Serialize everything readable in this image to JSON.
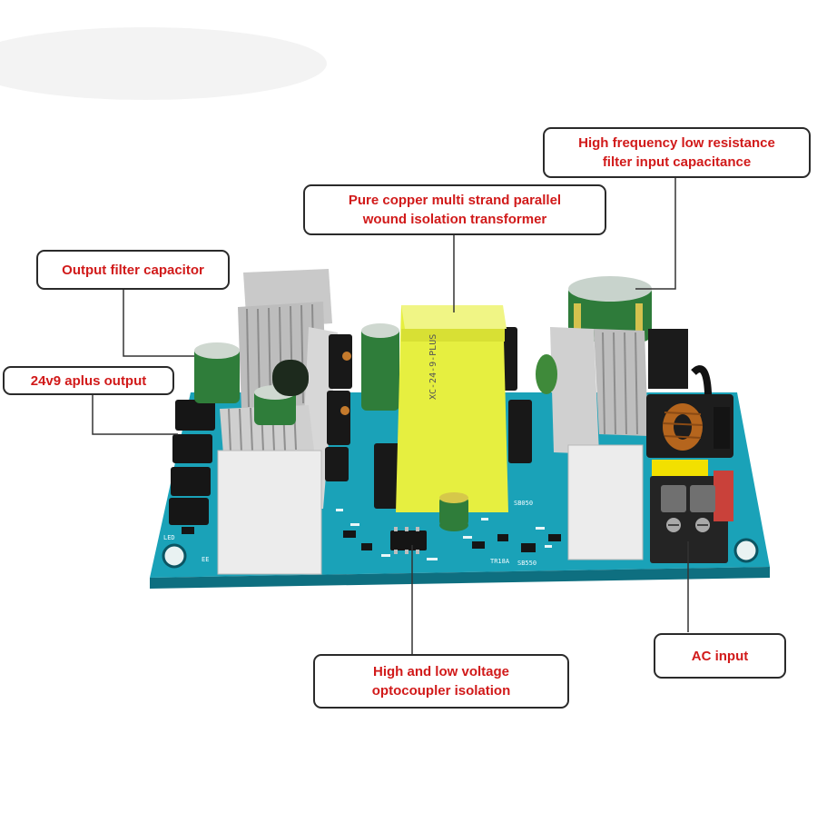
{
  "labels": {
    "input_capacitance": [
      "High frequency low resistance",
      "filter input capacitance"
    ],
    "transformer": [
      "Pure copper multi strand parallel",
      "wound isolation transformer"
    ],
    "output_filter": "Output filter capacitor",
    "output": "24v9 aplus output",
    "optocoupler": [
      "High and low voltage",
      "optocoupler isolation"
    ],
    "ac_input": "AC input"
  },
  "board_text": {
    "transformer_marking": "XC-24-9-PLUS",
    "silk_q1": "SB050",
    "silk_q2": "SB550",
    "silk_misc": "TR18A",
    "silk_led": "LED",
    "silk_ee": "EE"
  },
  "colors": {
    "label_text": "#d11a1a",
    "pcb": "#1aa2b8",
    "transformer": "#e6ef40"
  }
}
